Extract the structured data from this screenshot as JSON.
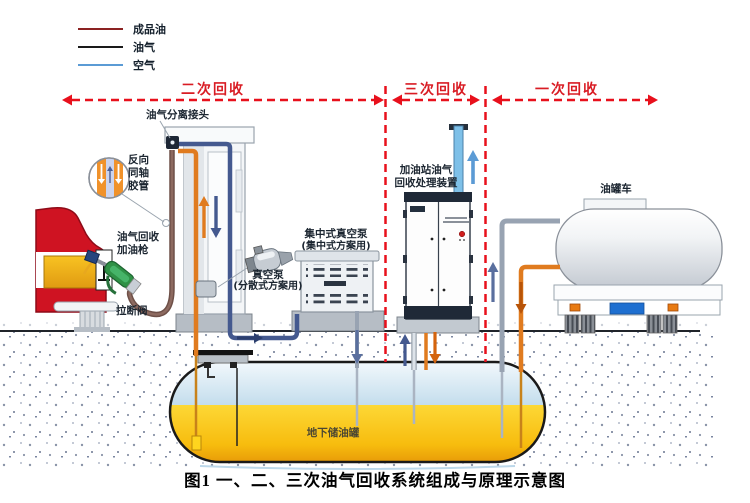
{
  "caption": "图1 一、二、三次油气回收系统组成与原理示意图",
  "legend": {
    "items": [
      {
        "label": "成品油",
        "color": "#8b2222"
      },
      {
        "label": "油气",
        "color": "#1a1a1a"
      },
      {
        "label": "空气",
        "color": "#5b9bd5"
      }
    ]
  },
  "sections": {
    "secondary": "二次回收",
    "tertiary": "三次回收",
    "primary": "一次回收"
  },
  "labels": {
    "separator_joint": "油气分离接头",
    "coaxial_hose": [
      "反向",
      "同轴",
      "胶管"
    ],
    "recovery_nozzle": [
      "油气回收",
      "加油枪"
    ],
    "breakaway_valve": "拉断阀",
    "dispersed_pump": [
      "真空泵",
      "(分散式方案用)"
    ],
    "central_pump": [
      "集中式真空泵",
      "(集中式方案用)"
    ],
    "processing_unit": [
      "加油站油气",
      "回收处理装置"
    ],
    "tanker_truck": "油罐车",
    "underground_tank": "地下储油罐"
  },
  "colors": {
    "section_red": "#d91c24",
    "dashed_red": "#e8101c",
    "pipe_orange": "#e07b1f",
    "pipe_vapor_blue": "#44598f",
    "pipe_air_lightblue": "#7ec0e8",
    "pipe_slate": "#98a3b2",
    "hose_brown": "#6e5048",
    "fuel_yellow": "#f7bc0e",
    "tank_vapor_blue": "#bcd9ea",
    "car_red": "#cf1322",
    "nozzle_green": "#2f9146"
  }
}
